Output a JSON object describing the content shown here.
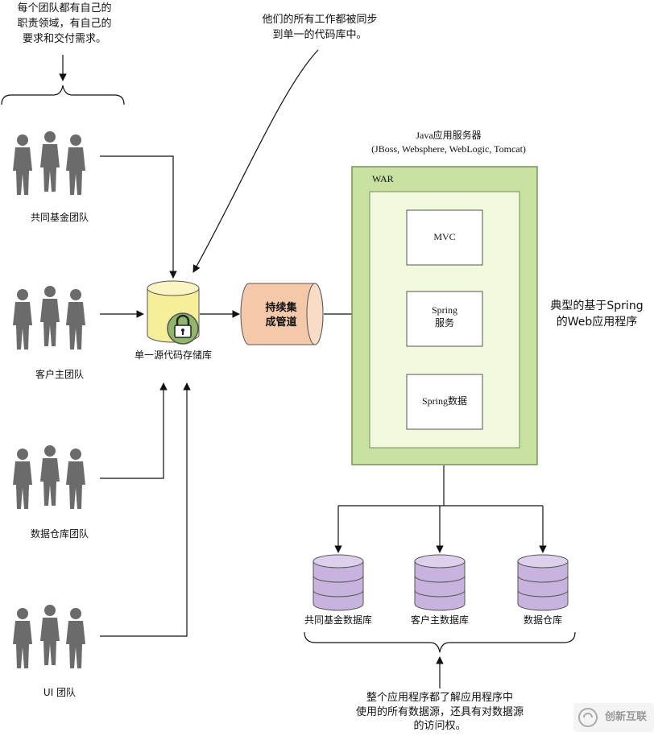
{
  "annotations": {
    "teams_note": "每个团队都有自己的\n职责领域，有自己的\n要求和交付需求。",
    "sync_note": "他们的所有工作都被同步\n到单一的代码库中。",
    "app_note": "典型的基于Spring\n的Web应用程序",
    "datasource_note": "整个应用程序都了解应用程序中\n使用的所有数据源，还具有对数据源\n的访问权。"
  },
  "teams": [
    {
      "label": "共同基金团队"
    },
    {
      "label": "客户主团队"
    },
    {
      "label": "数据仓库团队"
    },
    {
      "label": "UI 团队"
    }
  ],
  "repository": {
    "label": "单一源代码存储库",
    "icon": "lock-icon"
  },
  "pipeline": {
    "label": "持续集\n成管道"
  },
  "app_server": {
    "title": "Java应用服务器\n(JBoss, Websphere, WebLogic, Tomcat)",
    "war_label": "WAR",
    "components": [
      {
        "label": "MVC"
      },
      {
        "label": "Spring\n服务"
      },
      {
        "label": "Spring数据"
      }
    ]
  },
  "databases": [
    {
      "label": "共同基金数据库"
    },
    {
      "label": "客户主数据库"
    },
    {
      "label": "数据仓库"
    }
  ],
  "watermark": "创新互联",
  "colors": {
    "server_outer": "#c8e0a0",
    "war_inner": "#f0f9dc",
    "repo_cylinder": "#f7ee9a",
    "lock_green": "#8fb66a",
    "pipeline": "#f6c8aa",
    "database": "#c7b3dd",
    "person": "#6b6b6b"
  }
}
